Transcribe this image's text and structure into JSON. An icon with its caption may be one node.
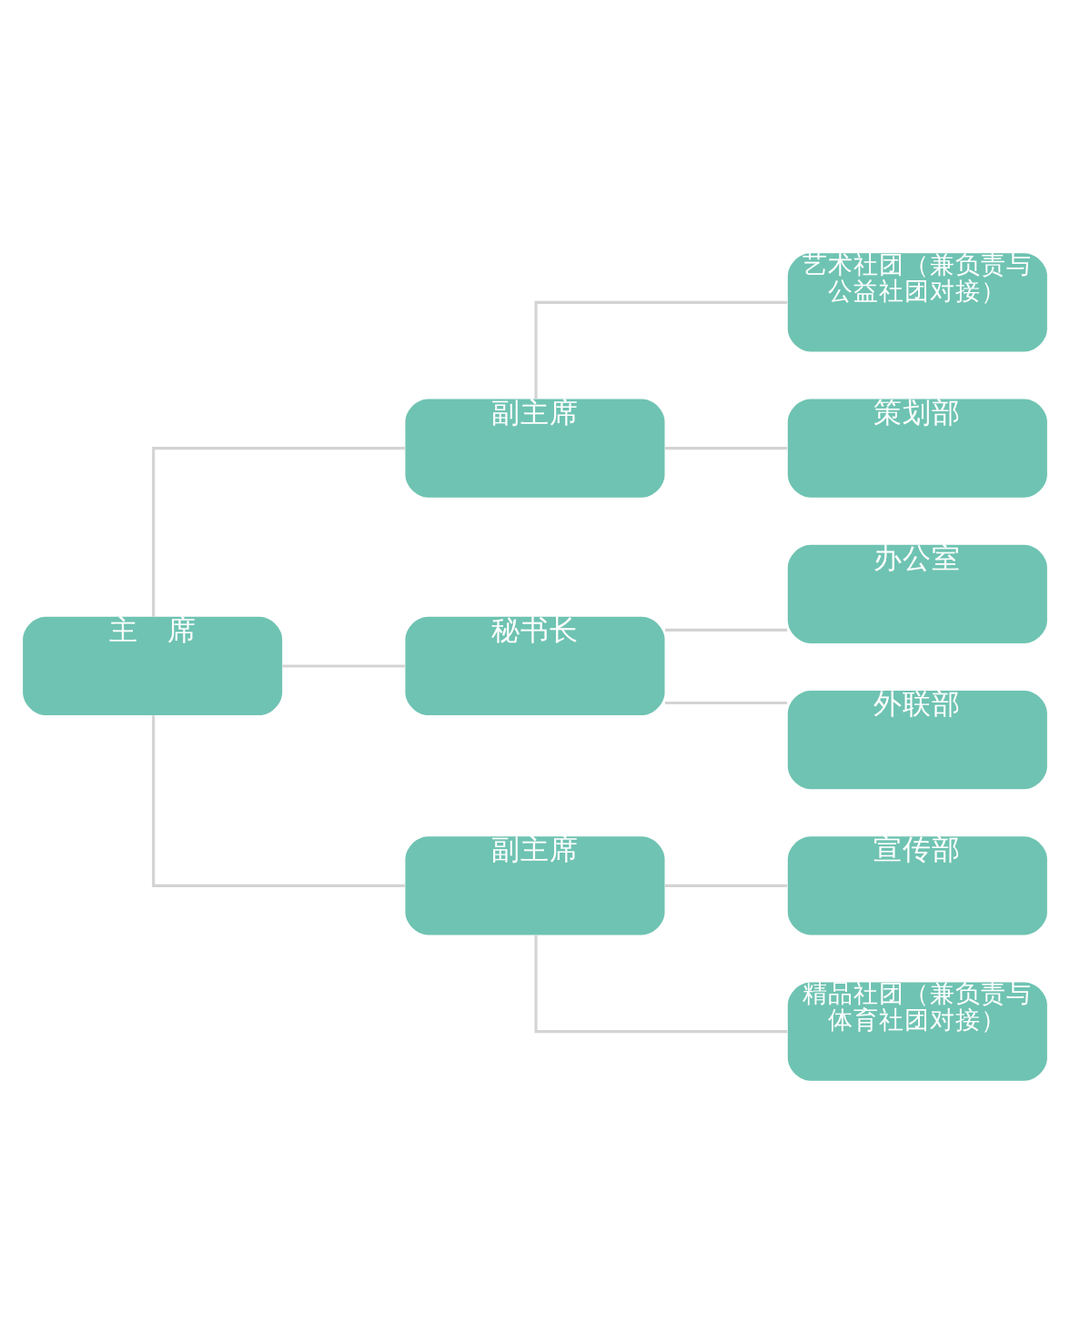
{
  "diagram": {
    "nodes": [
      {
        "text": [
          "主　席"
        ]
      },
      {
        "text": [
          "副主席"
        ]
      },
      {
        "text": [
          "秘书长"
        ]
      },
      {
        "text": [
          "副主席"
        ]
      },
      {
        "text": [
          "艺术社团（兼负责与公益社团对接）"
        ]
      },
      {
        "text": [
          "策划部"
        ]
      },
      {
        "text": [
          "办公室"
        ]
      },
      {
        "text": [
          "外联部"
        ]
      },
      {
        "text": [
          "宣传部"
        ]
      },
      {
        "text": [
          "精品社团（兼负责与体育社团对接）"
        ]
      }
    ],
    "edges": [
      {
        "from": 0,
        "to": 1,
        "arrow": "none"
      },
      {
        "from": 0,
        "to": 2,
        "arrow": "none"
      },
      {
        "from": 0,
        "to": 3,
        "arrow": "none"
      },
      {
        "from": 1,
        "to": 4,
        "arrow": "none"
      },
      {
        "from": 1,
        "to": 5,
        "arrow": "none"
      },
      {
        "from": 2,
        "to": 6,
        "arrow": "none"
      },
      {
        "from": 2,
        "to": 7,
        "arrow": "none"
      },
      {
        "from": 3,
        "to": 8,
        "arrow": "none"
      },
      {
        "from": 3,
        "to": 9,
        "arrow": "none"
      }
    ]
  }
}
